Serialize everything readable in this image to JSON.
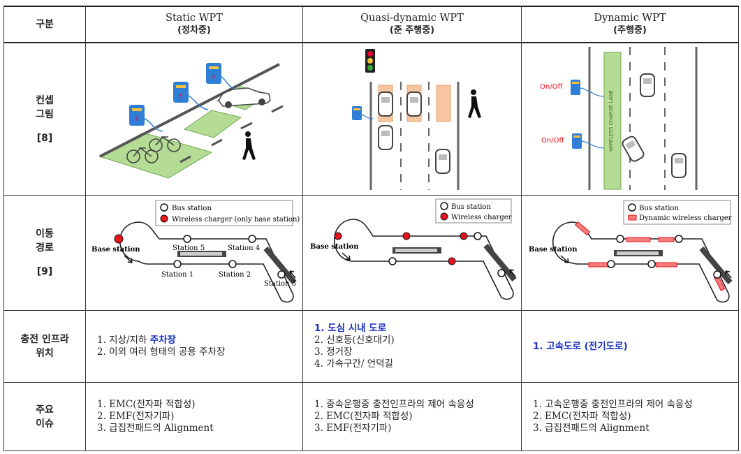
{
  "header": {
    "category": "구분",
    "static": {
      "title": "Static WPT",
      "sub": "(정차중)"
    },
    "quasi": {
      "title": "Quasi-dynamic WPT",
      "sub": "(준 주행중)"
    },
    "dynamic": {
      "title": "Dynamic WPT",
      "sub": "(주행중)"
    }
  },
  "concept": {
    "label_line1": "컨셉",
    "label_line2": "그림",
    "ref": "[8]",
    "lane_text": "WIRELESS CHARGE LANE",
    "onoff1": "On/Off",
    "onoff2": "On/Off"
  },
  "route": {
    "label_line1": "이동",
    "label_line2": "경로",
    "ref": "[9]",
    "static": {
      "legend_bus": "Bus station",
      "legend_wireless": "Wireless charger (only base station)",
      "base": "Base station",
      "station1": "Station 1",
      "station2": "Station 2",
      "station3": "Station 3",
      "station4": "Station 4",
      "station5": "Station 5"
    },
    "quasi": {
      "legend_bus": "Bus station",
      "legend_wireless": "Wireless charger",
      "base": "Base station"
    },
    "dynamic": {
      "legend_bus": "Bus station",
      "legend_wireless": "Dynamic wireless charger",
      "base": "Base station"
    }
  },
  "infra": {
    "label_line1": "충전 인프라",
    "label_line2": "위치",
    "static": {
      "line1_prefix": "1. 지상/지하 ",
      "line1_highlight": "주차장",
      "line2": "2. 이외 여러 형태의 공용 주차장"
    },
    "quasi": {
      "line1": "1. 도심 시내 도로",
      "line2": "2. 신호등(신호대기)",
      "line3": "3. 정거장",
      "line4": "4. 가속구간/ 언덕길"
    },
    "dynamic": {
      "line1": "1. 고속도로 (전기도로)"
    }
  },
  "issues": {
    "label_line1": "주요",
    "label_line2": "이슈",
    "static": {
      "line1": "1. EMC(전자파 적합성)",
      "line2": "2. EMF(전자기파)",
      "line3": "3. 급집전패드의 Alignment"
    },
    "quasi": {
      "line1": "1. 중속운행중 충전인프라의 제어 속응성",
      "line2": "2. EMC(전자파 적합성)",
      "line3": "3. EMF(전자기파)"
    },
    "dynamic": {
      "line1": "1. 고속운행중 충전인프라의 제어 속응성",
      "line2": "2. EMC(전자파 적합성)",
      "line3": "3. 급집전패드의 Alignment"
    }
  },
  "colors": {
    "charger_blue": "#2f7fd6",
    "pad_green": "#b5dc95",
    "pad_orange": "#f7c6a0",
    "wireless_red": "#e8141b",
    "text_blue": "#1a2fc0"
  }
}
